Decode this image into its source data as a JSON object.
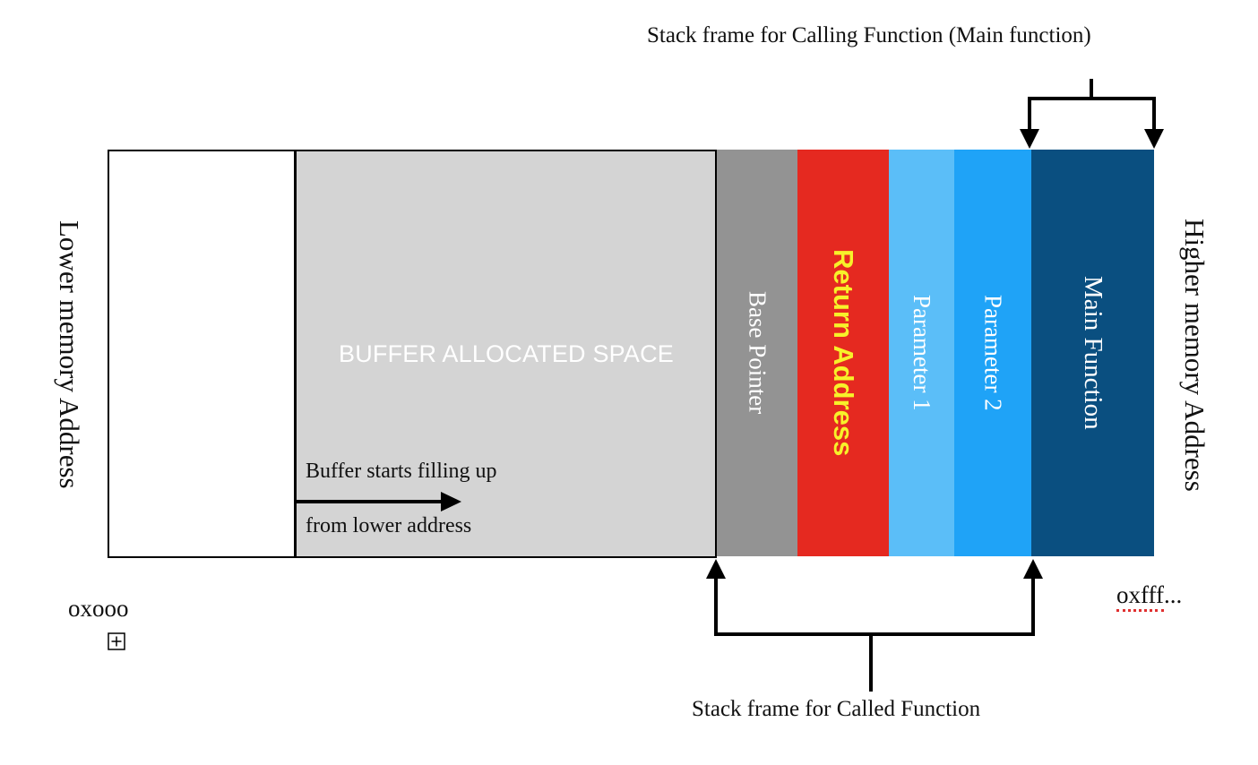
{
  "labels": {
    "top_frame": "Stack frame for Calling Function (Main function)",
    "bottom_frame": "Stack frame for Called Function",
    "lower_address": "Lower memory Address",
    "higher_address": "Higher memory Address",
    "buffer": "BUFFER ALLOCATED SPACE",
    "buffer_fill_line1": "Buffer starts filling up",
    "buffer_fill_line2": "from lower address",
    "low_addr_value": "oxooo",
    "high_addr_value": "oxfff",
    "high_addr_suffix": "..."
  },
  "columns": [
    {
      "label": "Base Pointer",
      "color": "#939393"
    },
    {
      "label": "Return Address",
      "color": "#e52920",
      "text_color": "#f7f12a"
    },
    {
      "label": "Parameter 1",
      "color": "#5bbef8"
    },
    {
      "label": "Parameter 2",
      "color": "#1fa3f7"
    },
    {
      "label": "Main Function",
      "color": "#0a4f80"
    }
  ],
  "colors": {
    "buffer_fill": "#d4d4d4",
    "outline": "#000000",
    "spell_underline": "#e03030"
  },
  "icons": {
    "expand": "plus-box-icon"
  }
}
